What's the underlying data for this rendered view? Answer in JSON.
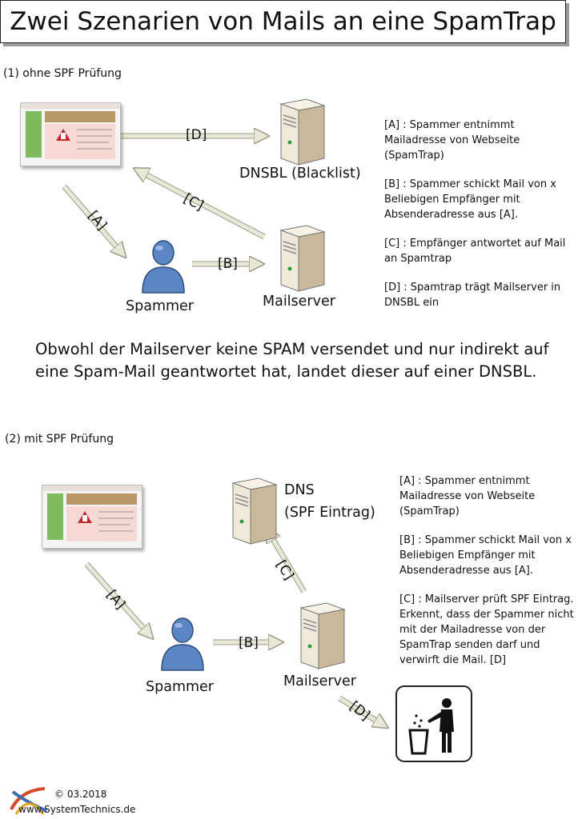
{
  "title": "Zwei Szenarien von Mails an eine SpamTrap",
  "scenario1": {
    "label": "(1) ohne SPF Prüfung",
    "nodes": {
      "dnsbl": "DNSBL (Blacklist)",
      "spammer": "Spammer",
      "mailserver": "Mailserver"
    },
    "arrows": {
      "a": "[A]",
      "b": "[B]",
      "c": "[C]",
      "d": "[D]"
    },
    "notes": [
      "[A] : Spammer entnimmt Mailadresse von Webseite (SpamTrap)",
      "[B] : Spammer schickt Mail von x Beliebigen Empfänger mit Absenderadresse aus [A].",
      "[C] : Empfänger antwortet auf Mail an Spamtrap",
      "[D] : Spamtrap trägt Mailserver in DNSBL ein"
    ],
    "conclusion": "Obwohl der Mailserver keine SPAM versendet und nur indirekt auf eine Spam-Mail geantwortet hat, landet dieser auf einer DNSBL."
  },
  "scenario2": {
    "label": "(2) mit SPF Prüfung",
    "nodes": {
      "dns_line1": "DNS",
      "dns_line2": "(SPF Eintrag)",
      "spammer": "Spammer",
      "mailserver": "Mailserver"
    },
    "arrows": {
      "a": "[A]",
      "b": "[B]",
      "c": "[C]",
      "d": "[D]"
    },
    "notes": [
      "[A] : Spammer entnimmt Mailadresse von Webseite (SpamTrap)",
      "[B] : Spammer schickt Mail von x Beliebigen Empfänger mit Absenderadresse aus [A].",
      "[C] : Mailserver prüft SPF Eintrag. Erkennt, dass der Spammer nicht mit der Mailadresse von der SpamTrap senden darf und verwirft die Mail. [D]"
    ]
  },
  "footer": {
    "copyright": "© 03.2018",
    "website": "www.SystemTechnics.de"
  },
  "colors": {
    "arrow_fill": "#e8e8d8",
    "arrow_stroke": "#9a9a85",
    "server_front": "#efe9da",
    "server_side": "#c9b99a",
    "person": "#5b86c4"
  },
  "icons": [
    "website-screenshot-icon",
    "server-icon",
    "person-icon",
    "trash-bin-icon",
    "logo-icon"
  ]
}
